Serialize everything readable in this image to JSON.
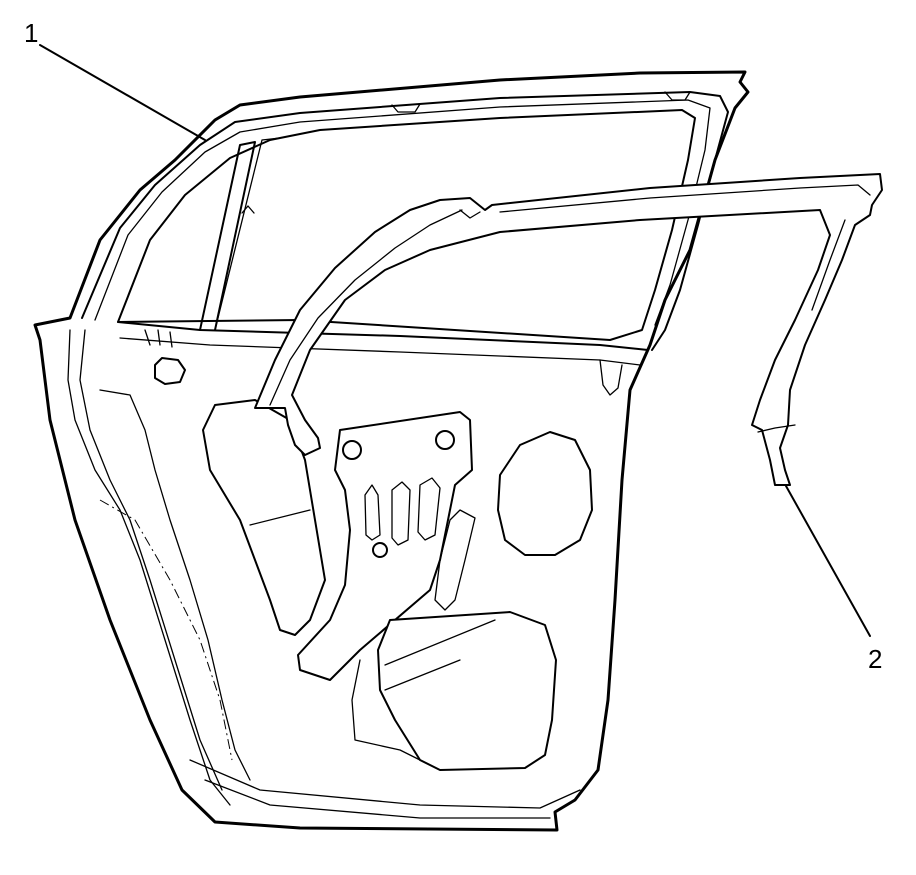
{
  "figure": {
    "callouts": [
      {
        "id": "1"
      },
      {
        "id": "2"
      }
    ]
  },
  "labels": {
    "door_panel": "1",
    "weatherstrip": "2"
  }
}
